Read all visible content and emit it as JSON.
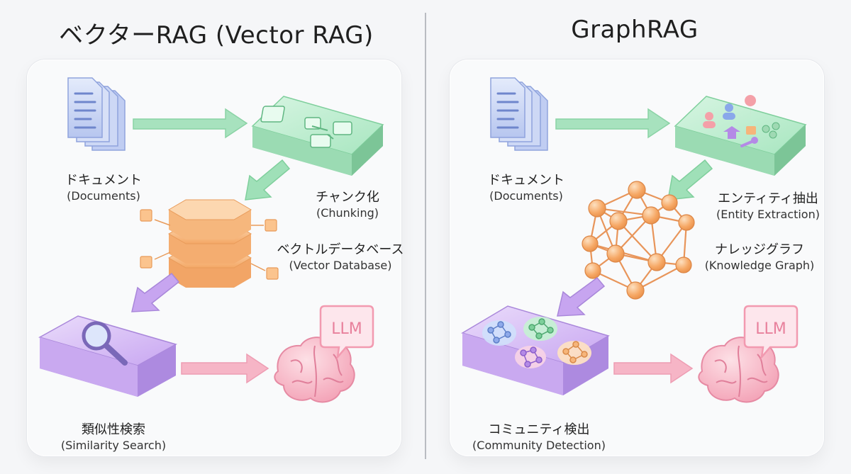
{
  "left": {
    "title": "ベクターRAG (Vector RAG)",
    "documents": {
      "jp": "ドキュメント",
      "en": "(Documents)"
    },
    "chunking": {
      "jp": "チャンク化",
      "en": "(Chunking)"
    },
    "vector_db": {
      "jp": "ベクトルデータベース",
      "en": "(Vector Database)"
    },
    "search": {
      "jp": "類似性検索",
      "en": "(Similarity Search)"
    },
    "llm": "LLM"
  },
  "right": {
    "title": "GraphRAG",
    "documents": {
      "jp": "ドキュメント",
      "en": "(Documents)"
    },
    "entity": {
      "jp": "エンティティ抽出",
      "en": "(Entity Extraction)"
    },
    "graph": {
      "jp": "ナレッジグラフ",
      "en": "(Knowledge Graph)"
    },
    "community": {
      "jp": "コミュニティ検出",
      "en": "(Community Detection)"
    },
    "llm": "LLM"
  },
  "colors": {
    "green": "#9fe0b8",
    "orange": "#f6b57a",
    "purple": "#c7a5f0",
    "pink": "#f6b5c6",
    "doc": "#c9d5f4"
  }
}
